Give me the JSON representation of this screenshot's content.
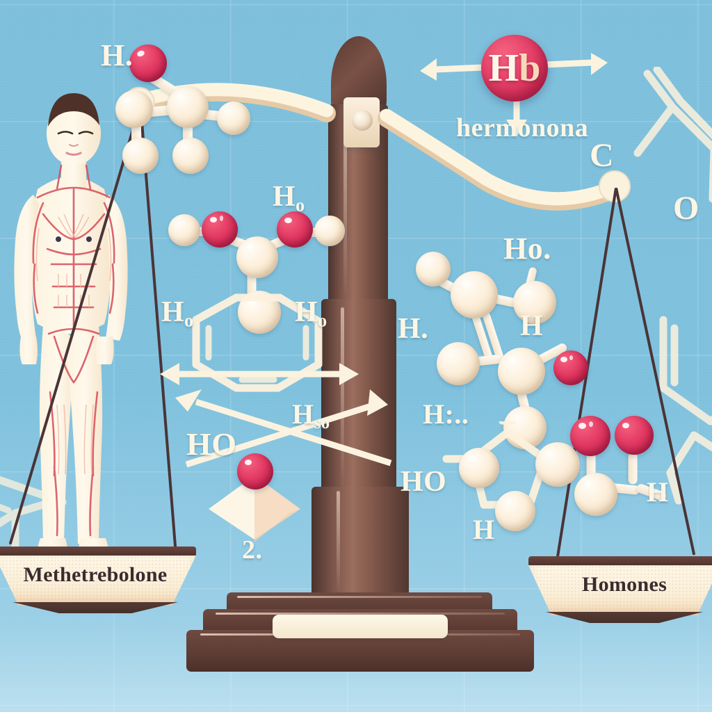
{
  "scene": {
    "title": "balance-scale-methetrebolone-vs-homones",
    "background_color": "#7ebfdc",
    "accent_red": "#e33a63",
    "accent_cream": "#fdf4e2",
    "wood_color": "#5e3d35"
  },
  "balance": {
    "left_pan_label": "Methetrebolone",
    "right_pan_label": "Homones"
  },
  "badge": {
    "symbol_main": "H",
    "symbol_sub": "b",
    "caption": "hermonona"
  },
  "labels": {
    "top_left_h": "H.",
    "mid_h_o_upper": "H",
    "mid_h_o_upper_sub": "o",
    "mid_ho_left": "H",
    "mid_ho_left_sub": "o",
    "mid_ho_right": "H",
    "mid_ho_right_sub": "o",
    "ho_big": "HO",
    "h_s_o": "H",
    "h_s_o_sub": "so",
    "step_number": "2.",
    "right_ho_dot": "Ho.",
    "right_h_dot": "H.",
    "right_h": "H",
    "right_h_colon": "H:..",
    "right_ring_ho": "HO",
    "right_ring_h": "H",
    "right_h_pan": "H",
    "edge_c": "C",
    "edge_o": "O"
  }
}
